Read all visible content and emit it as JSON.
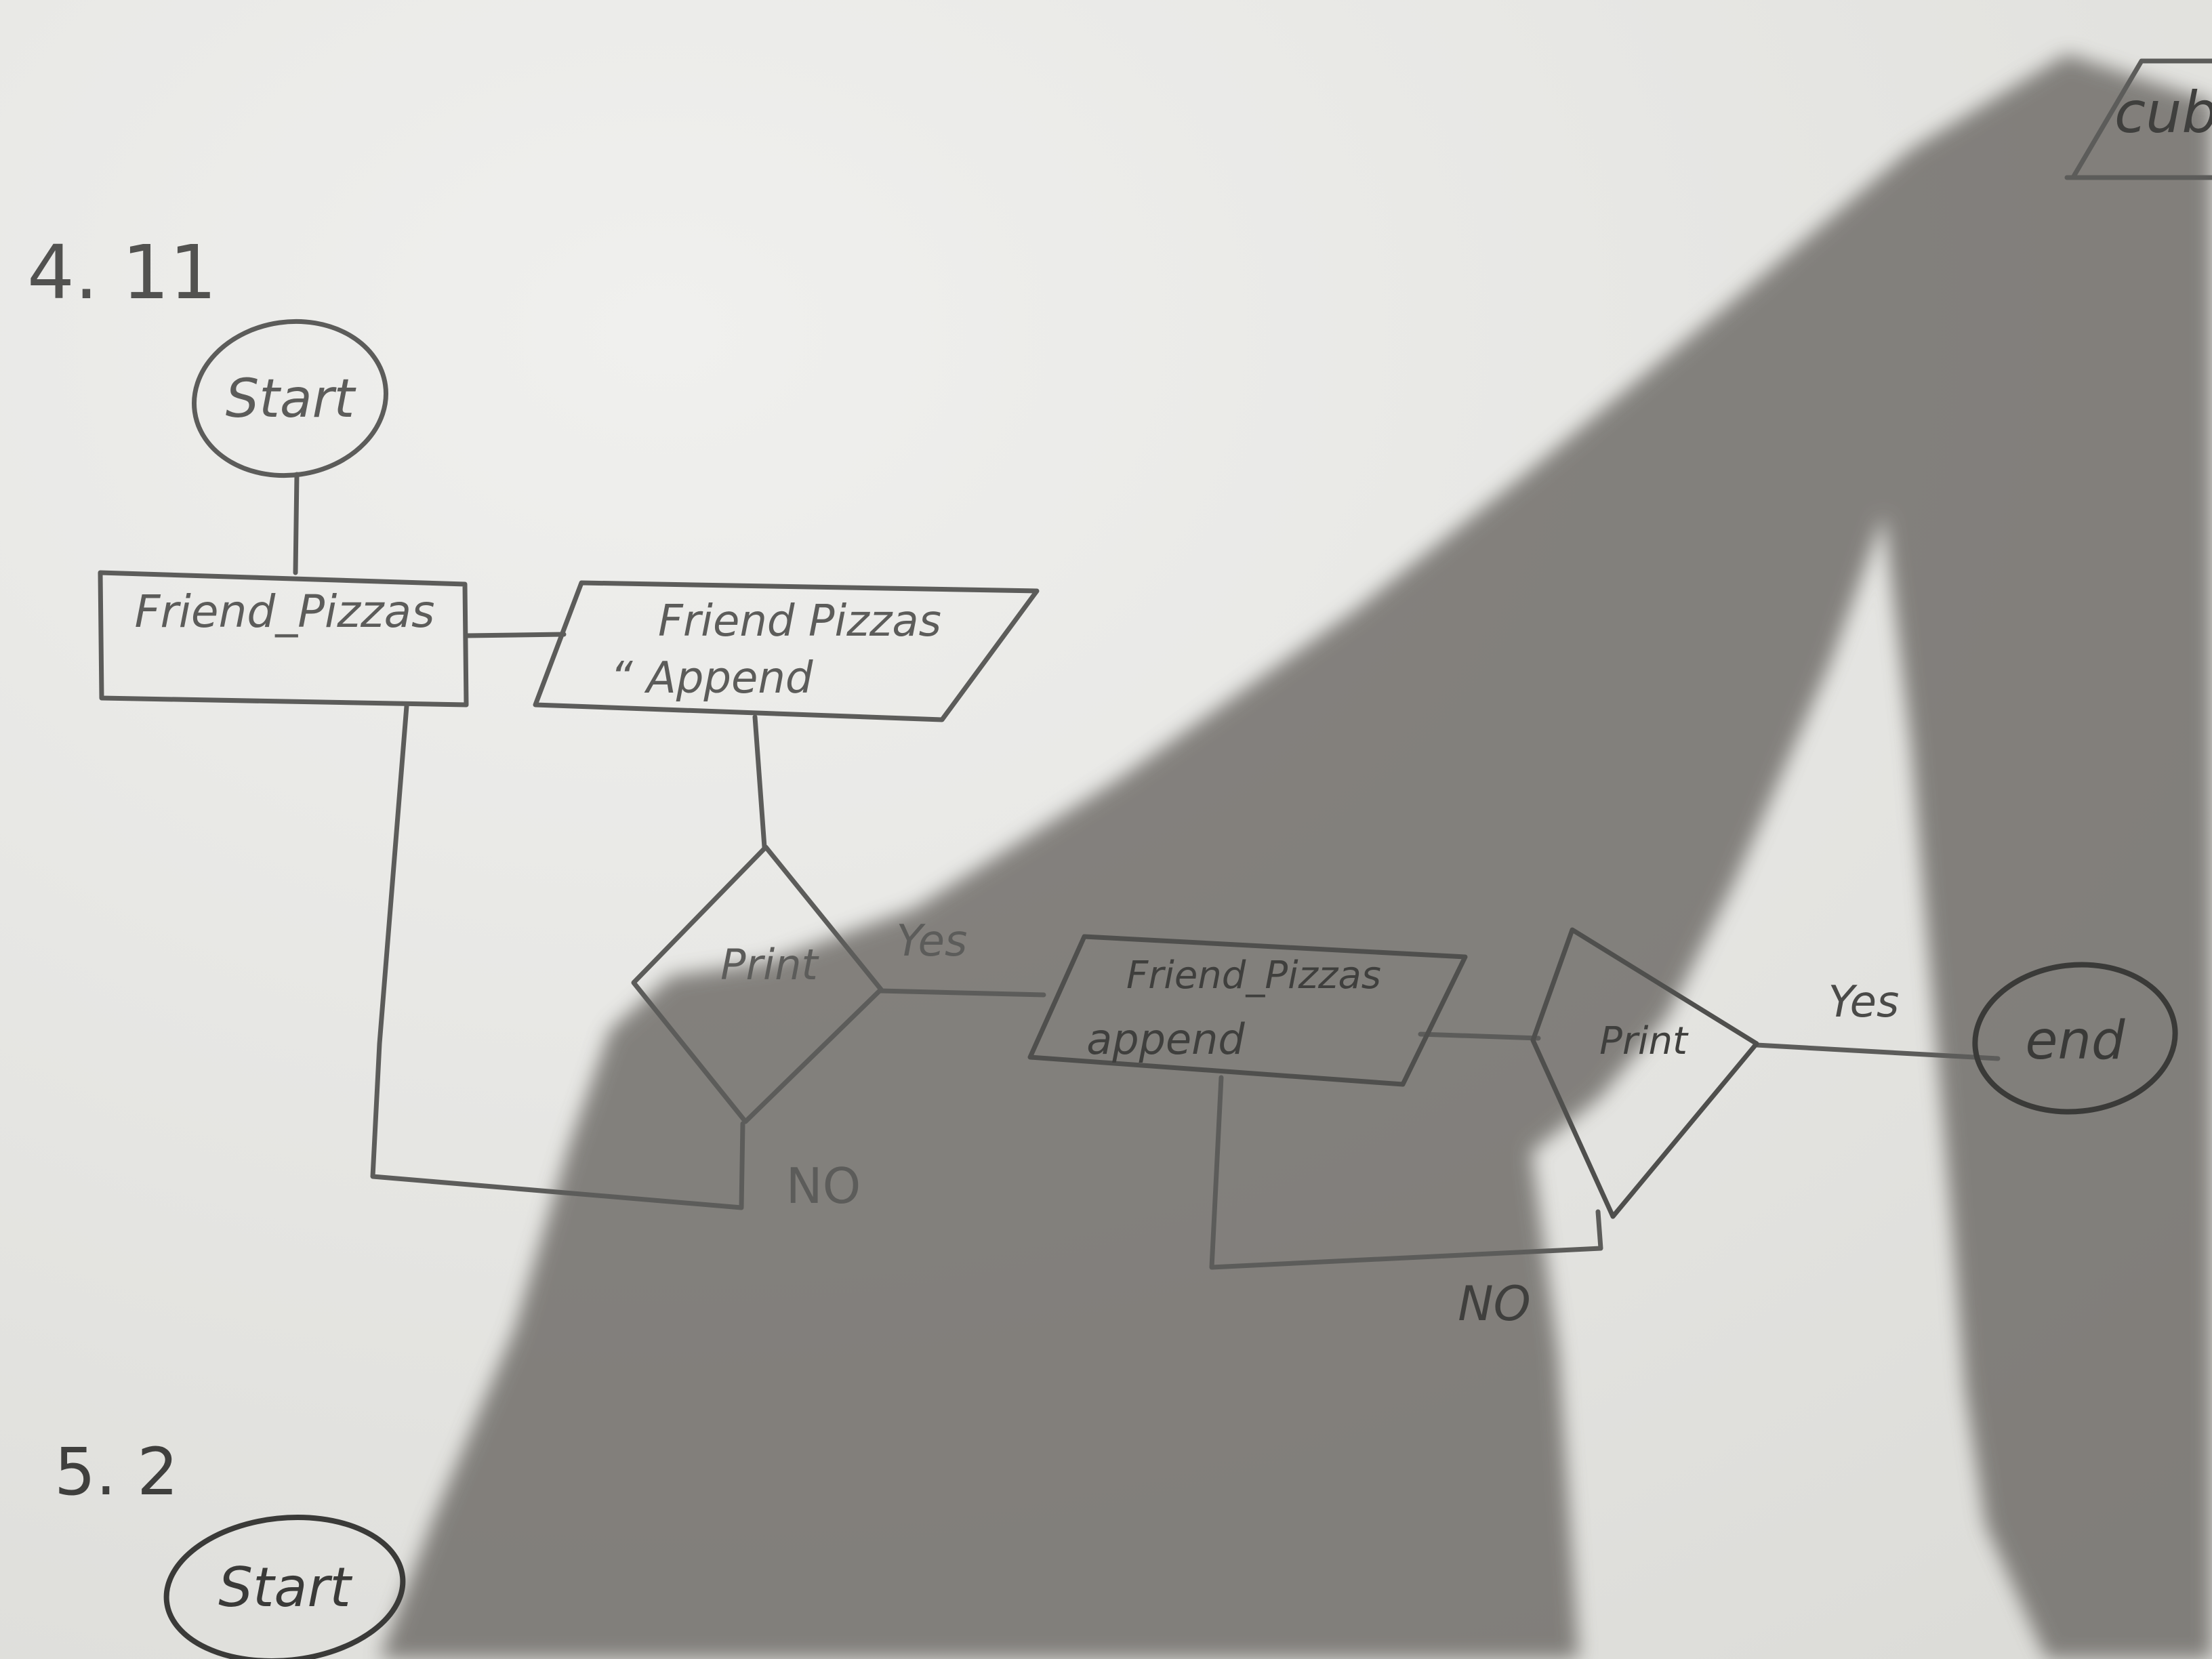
{
  "diagram": {
    "problem_label": "4. 11",
    "next_problem_label": "5. 2",
    "corner_fragment": "cub",
    "nodes": {
      "start": {
        "label": "Start"
      },
      "process": {
        "label": "Friend_Pizzas"
      },
      "input": {
        "line1": "Friend Pizzas",
        "line2": "“ Append"
      },
      "decision_1": {
        "label": "Print"
      },
      "output": {
        "line1": "Friend_Pizzas",
        "line2": "append"
      },
      "decision_2": {
        "label": "Print"
      },
      "end": {
        "label": "end"
      },
      "start_2": {
        "label": "Start"
      }
    },
    "edges": {
      "decision_1_yes": "Yes",
      "decision_1_no": "NO",
      "decision_2_yes": "Yes",
      "decision_2_no": "NO"
    }
  },
  "colors": {
    "paper": "#e9e9e7",
    "shadow": "#6d6b66",
    "pencil": "#5c5c5a"
  }
}
